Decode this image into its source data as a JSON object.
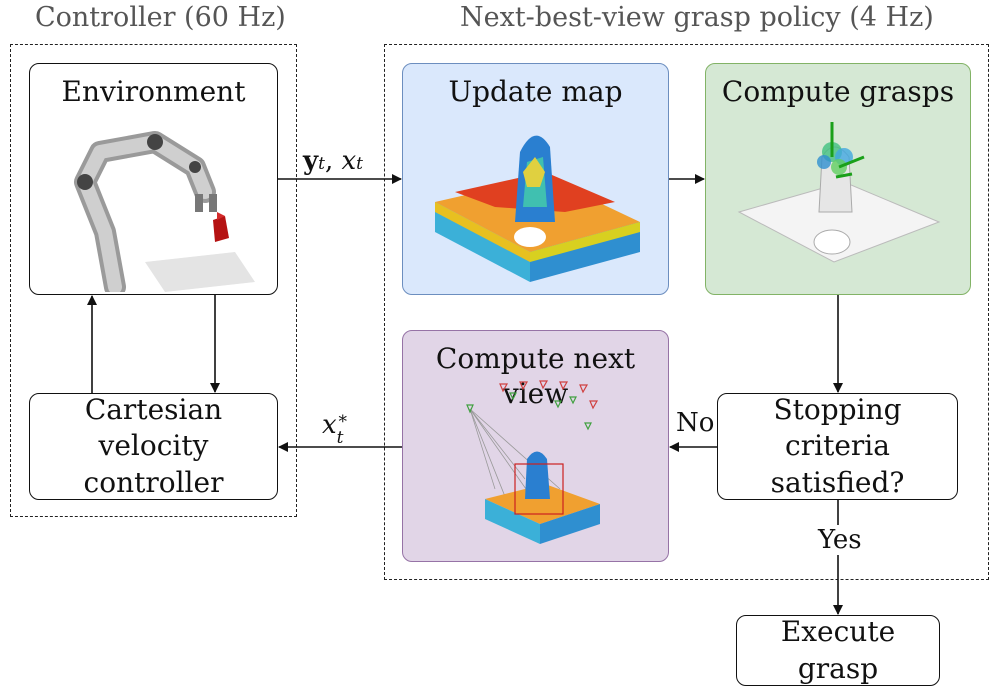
{
  "groups": {
    "controller": "Controller (60 Hz)",
    "policy": "Next-best-view grasp policy (4 Hz)"
  },
  "nodes": {
    "environment": "Environment",
    "velocity_line1": "Cartesian velocity",
    "velocity_line2": "controller",
    "update_map": "Update map",
    "compute_grasps": "Compute grasps",
    "next_view": "Compute next view",
    "stop_line1": "Stopping criteria",
    "stop_line2": "satisfied?",
    "execute": "Execute grasp"
  },
  "edges": {
    "no": "No",
    "yes": "Yes"
  },
  "colors": {
    "update_map_fill": "#dae8fc",
    "update_map_border": "#6c8ebf",
    "compute_grasps_fill": "#d5e8d4",
    "compute_grasps_border": "#82b366",
    "next_view_fill": "#e1d5e7",
    "next_view_border": "#9673a6"
  }
}
